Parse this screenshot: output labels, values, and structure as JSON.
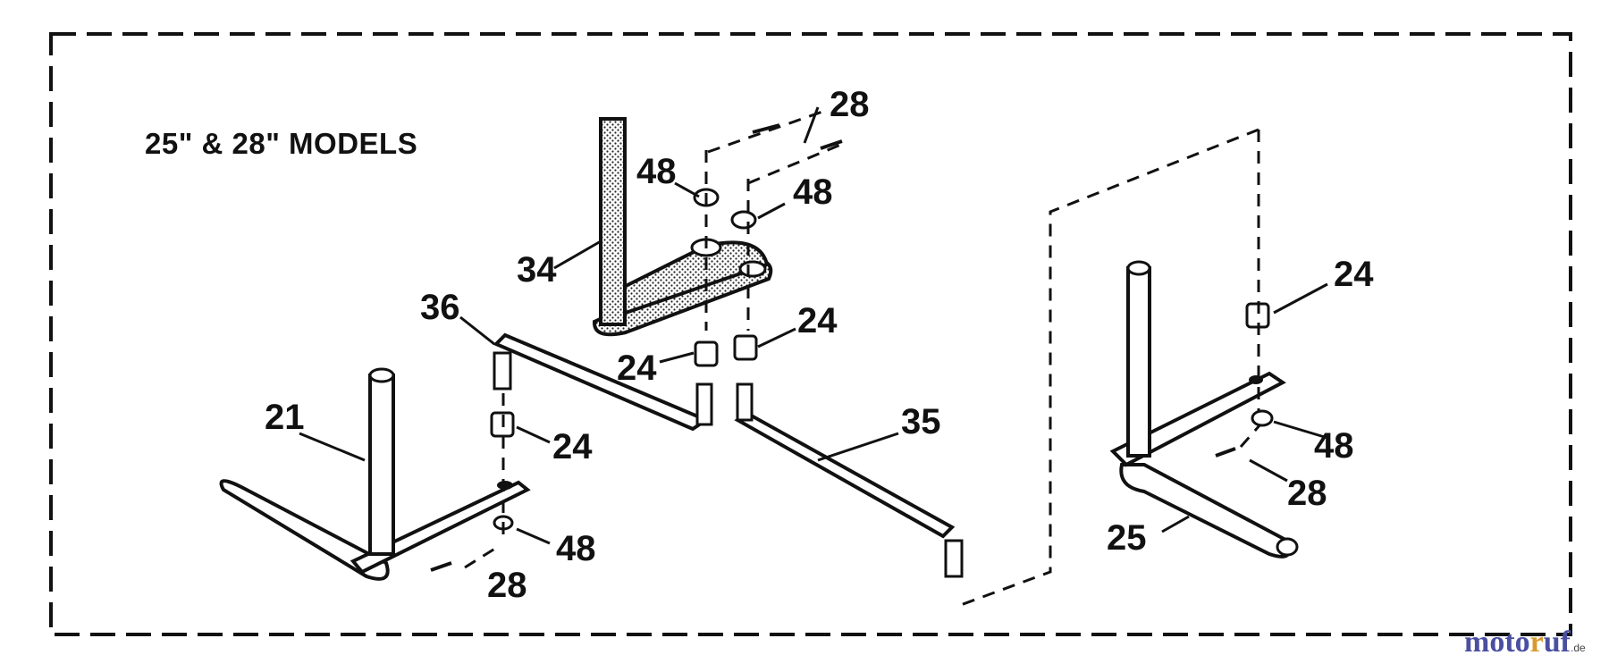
{
  "diagram": {
    "title": "25\" & 28\" MODELS",
    "colors": {
      "ink": "#111111",
      "paper": "#ffffff",
      "stipple": "#bdbdbd"
    },
    "callouts": {
      "c28_top": "28",
      "c48_left": "48",
      "c48_right": "48",
      "c34": "34",
      "c36": "36",
      "c24_mid_right": "24",
      "c24_mid_left": "24",
      "c21": "21",
      "c24_lower": "24",
      "c48_lower": "48",
      "c28_lower": "28",
      "c35": "35",
      "c24_far_right": "24",
      "c48_far_right": "48",
      "c28_far_right": "28",
      "c25": "25"
    }
  },
  "watermark": {
    "part1": "moto",
    "part2": "r",
    "part3": "uf",
    "tld": ".de"
  }
}
